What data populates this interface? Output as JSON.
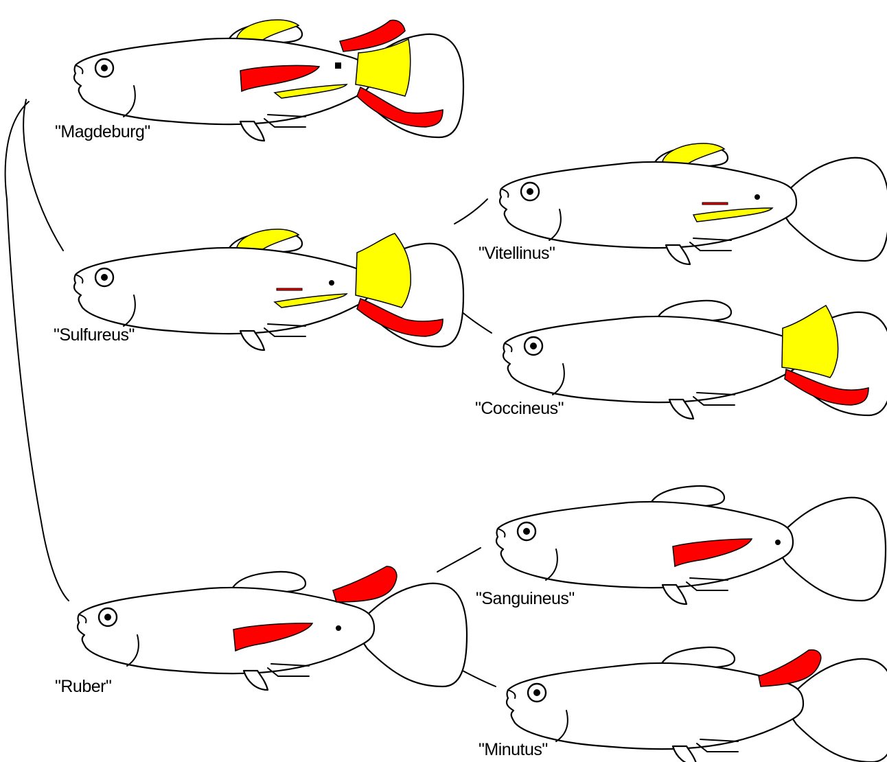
{
  "colors": {
    "yellow": "#ffff00",
    "red": "#ff0000",
    "outline": "#000000",
    "background": "#ffffff"
  },
  "varieties": [
    {
      "id": "magdeburg",
      "label": "\"Magdeburg\"",
      "dorsal": "yellow",
      "caudal": [
        "red-top",
        "yellow-center",
        "red-bottom"
      ],
      "anal_spot": "red",
      "gonopodium": "yellow",
      "spot": "square"
    },
    {
      "id": "sulfureus",
      "label": "\"Sulfureus\"",
      "dorsal": "yellow",
      "caudal": [
        "yellow-center",
        "red-bottom"
      ],
      "anal_spot": "red-thin",
      "gonopodium": "yellow",
      "spot": "dot"
    },
    {
      "id": "vitellinus",
      "label": "\"Vitellinus\"",
      "dorsal": "yellow",
      "caudal": [],
      "anal_spot": "red-thin",
      "gonopodium": "yellow",
      "spot": "dot"
    },
    {
      "id": "coccineus",
      "label": "\"Coccineus\"",
      "dorsal": "none",
      "caudal": [
        "yellow-center",
        "red-bottom"
      ],
      "anal_spot": "none",
      "gonopodium": "none",
      "spot": "none"
    },
    {
      "id": "sanguineus",
      "label": "\"Sanguineus\"",
      "dorsal": "none",
      "caudal": [],
      "anal_spot": "red",
      "gonopodium": "none",
      "spot": "dot"
    },
    {
      "id": "ruber",
      "label": "\"Ruber\"",
      "dorsal": "none",
      "caudal": [
        "red-top"
      ],
      "anal_spot": "red",
      "gonopodium": "none",
      "spot": "dot"
    },
    {
      "id": "minutus",
      "label": "\"Minutus\"",
      "dorsal": "none",
      "caudal": [
        "red-top"
      ],
      "anal_spot": "none",
      "gonopodium": "none",
      "spot": "none"
    }
  ],
  "connections": [
    {
      "from": "magdeburg",
      "to": "sulfureus"
    },
    {
      "from": "magdeburg",
      "to": "ruber"
    },
    {
      "from": "sulfureus",
      "to": "vitellinus"
    },
    {
      "from": "sulfureus",
      "to": "coccineus"
    },
    {
      "from": "ruber",
      "to": "sanguineus"
    },
    {
      "from": "ruber",
      "to": "minutus"
    }
  ]
}
